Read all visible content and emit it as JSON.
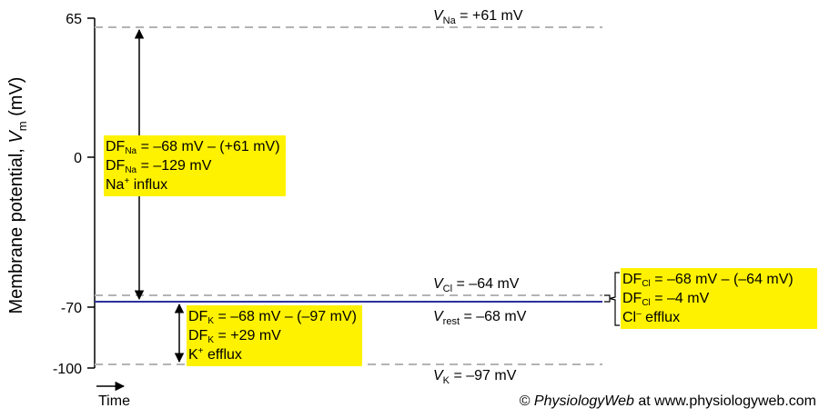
{
  "axis": {
    "ylabel_prefix": "Membrane potential, ",
    "ylabel_var": "V",
    "ylabel_sub": "m",
    "ylabel_unit": " (mV)",
    "ticks": [
      "65",
      "0",
      "-70",
      "-100"
    ],
    "xlabel": "Time"
  },
  "levels": {
    "vna": {
      "var": "V",
      "sub": "Na",
      "text": " = +61 mV"
    },
    "vcl": {
      "var": "V",
      "sub": "Cl",
      "text": " = –64 mV"
    },
    "vrest": {
      "var": "V",
      "sub": "rest",
      "text": " = –68 mV"
    },
    "vk": {
      "var": "V",
      "sub": "K",
      "text": " = –97 mV"
    }
  },
  "boxes": {
    "na": {
      "l1_pre": "DF",
      "l1_sub": "Na",
      "l1_text": " = –68 mV – (+61 mV)",
      "l2_pre": "DF",
      "l2_sub": "Na",
      "l2_text": " = –129 mV",
      "l3_pre": "Na",
      "l3_sup": "+",
      "l3_text": " influx"
    },
    "k": {
      "l1_pre": "DF",
      "l1_sub": "K",
      "l1_text": " = –68 mV – (–97 mV)",
      "l2_pre": "DF",
      "l2_sub": "K",
      "l2_text": " = +29 mV",
      "l3_pre": "K",
      "l3_sup": "+",
      "l3_text": " efflux"
    },
    "cl": {
      "l1_pre": "DF",
      "l1_sub": "Cl",
      "l1_text": " = –68 mV – (–64 mV)",
      "l2_pre": "DF",
      "l2_sub": "Cl",
      "l2_text": " = –4 mV",
      "l3_pre": "Cl",
      "l3_sup": "–",
      "l3_text": " efflux"
    }
  },
  "credit": {
    "symbol": "© ",
    "brand": "PhysiologyWeb",
    "text": " at www.physiologyweb.com"
  },
  "colors": {
    "dashed": "#b3b3b3",
    "rest_line": "#2b2f9e",
    "box": "#fff200"
  }
}
